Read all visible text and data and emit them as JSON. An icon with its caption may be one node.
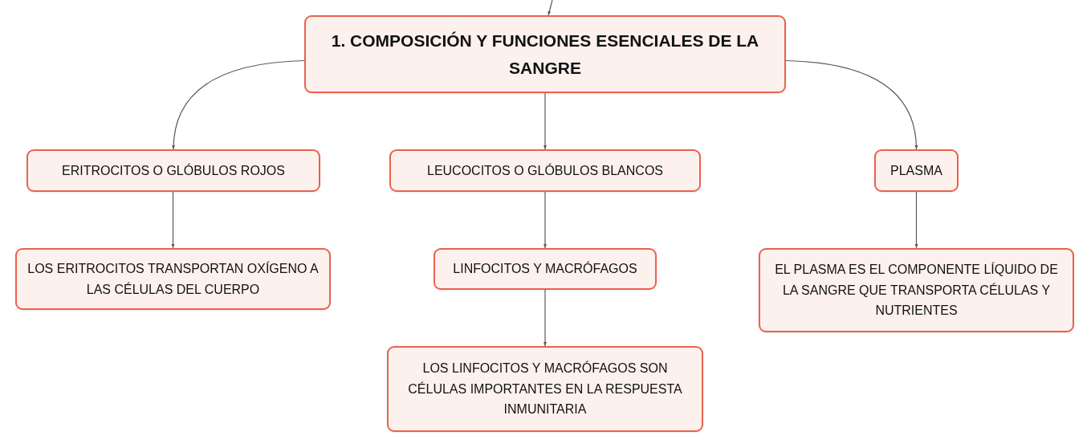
{
  "diagram": {
    "nodes": [
      {
        "text": [
          "1. COMPOSICIÓN Y FUNCIONES ESENCIALES DE LA SANGRE"
        ]
      },
      {
        "text": [
          "ERITROCITOS O GLÓBULOS ROJOS"
        ]
      },
      {
        "text": [
          "LEUCOCITOS O GLÓBULOS BLANCOS"
        ]
      },
      {
        "text": [
          "PLASMA"
        ]
      },
      {
        "text": [
          "LOS ERITROCITOS TRANSPORTAN OXÍGENO A LAS CÉLULAS DEL CUERPO"
        ]
      },
      {
        "text": [
          "LINFOCITOS Y MACRÓFAGOS"
        ]
      },
      {
        "text": [
          "EL PLASMA ES EL COMPONENTE LÍQUIDO DE LA SANGRE QUE TRANSPORTA CÉLULAS Y NUTRIENTES"
        ]
      },
      {
        "text": [
          "LOS LINFOCITOS Y MACRÓFAGOS SON CÉLULAS IMPORTANTES EN LA RESPUESTA INMUNITARIA"
        ]
      }
    ],
    "edges": [
      {
        "from": null,
        "to": 0,
        "arrow": "to"
      },
      {
        "from": 0,
        "to": 1,
        "arrow": "to"
      },
      {
        "from": 0,
        "to": 2,
        "arrow": "to"
      },
      {
        "from": 0,
        "to": 3,
        "arrow": "to"
      },
      {
        "from": 1,
        "to": 4,
        "arrow": "to"
      },
      {
        "from": 2,
        "to": 5,
        "arrow": "to"
      },
      {
        "from": 3,
        "to": 6,
        "arrow": "to"
      },
      {
        "from": 5,
        "to": 7,
        "arrow": "to"
      }
    ]
  }
}
